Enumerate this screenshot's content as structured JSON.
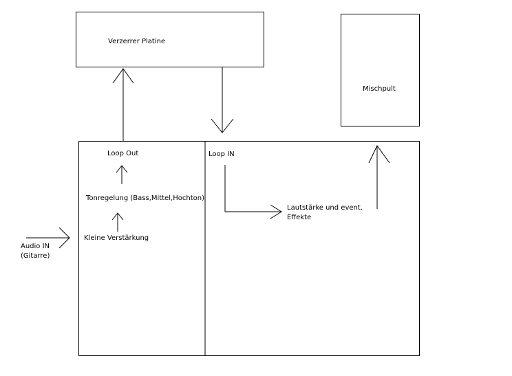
{
  "boxes": {
    "distortion_board": "Verzerrer Platine",
    "mixer": "Mischpult"
  },
  "labels": {
    "loop_out": "Loop Out",
    "loop_in": "Loop IN",
    "tone_control": "Tonregelung (Bass,Mittel,Hochton)",
    "small_amplification": "Kleine Verstärkung",
    "volume_effects_line1": "Lautstärke und event.",
    "volume_effects_line2": "Effekte",
    "audio_in_line1": "Audio IN",
    "audio_in_line2": "(Gitarre)"
  },
  "colors": {
    "stroke": "#000000",
    "background": "#ffffff"
  }
}
